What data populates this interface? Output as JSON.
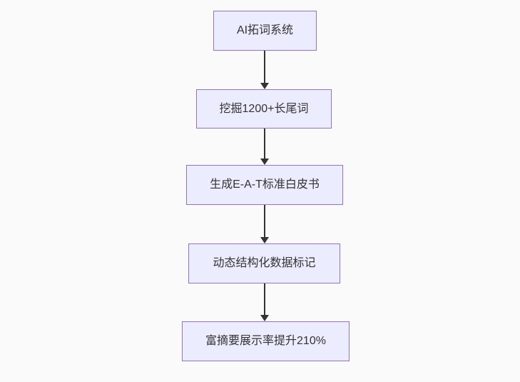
{
  "diagram": {
    "type": "flowchart",
    "direction": "top-down",
    "nodes": [
      {
        "label": "AI拓词系统"
      },
      {
        "label": "挖掘1200+长尾词"
      },
      {
        "label": "生成E-A-T标准白皮书"
      },
      {
        "label": "动态结构化数据标记"
      },
      {
        "label": "富摘要展示率提升210%"
      }
    ],
    "edges": [
      {
        "from": 0,
        "to": 1
      },
      {
        "from": 1,
        "to": 2
      },
      {
        "from": 2,
        "to": 3
      },
      {
        "from": 3,
        "to": 4
      }
    ],
    "colors": {
      "node_fill": "#ECECFF",
      "node_border": "#9370DB",
      "node_text": "#333333",
      "arrow": "#333333",
      "background": "#fafafa"
    }
  }
}
